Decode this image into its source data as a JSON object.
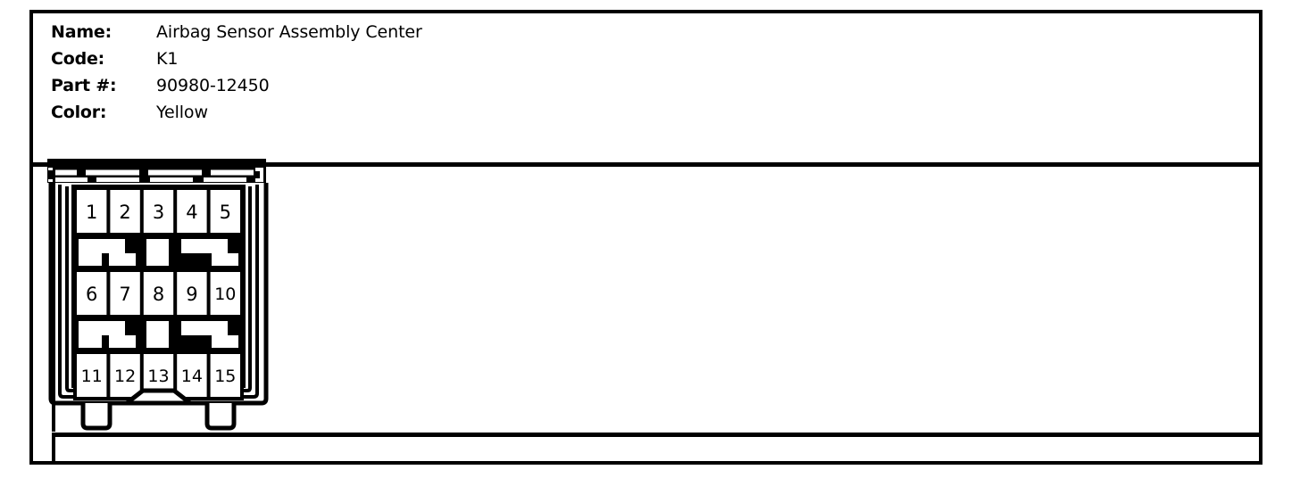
{
  "header": {
    "rows": [
      {
        "label": "Name:",
        "value": "Airbag Sensor Assembly Center"
      },
      {
        "label": "Code:",
        "value": "K1"
      },
      {
        "label": "Part #:",
        "value": "90980-12450"
      },
      {
        "label": "Color:",
        "value": "Yellow"
      }
    ]
  },
  "connector": {
    "type": "pin-diagram",
    "pin_count": 15,
    "rows": 3,
    "columns": 5,
    "rows_data": [
      {
        "pins": [
          "1",
          "2",
          "3",
          "4",
          "5"
        ]
      },
      {
        "pins": [
          "6",
          "7",
          "8",
          "9",
          "10"
        ]
      },
      {
        "pins": [
          "11",
          "12",
          "13",
          "14",
          "15"
        ]
      }
    ],
    "outline_color": "#000000",
    "fill_color": "#ffffff"
  },
  "colors": {
    "border": "#000000",
    "background": "#ffffff",
    "text": "#000000"
  }
}
